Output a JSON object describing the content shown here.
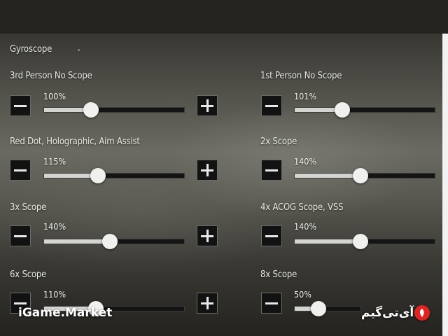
{
  "settings": {
    "gyroscope_label": "Gyroscope",
    "rows": [
      {
        "label": "3rd Person No Scope",
        "percent": "100%",
        "value": 100
      },
      {
        "label": "1st Person No Scope",
        "percent": "101%",
        "value": 101
      },
      {
        "label": "Red Dot, Holographic, Aim Assist",
        "percent": "115%",
        "value": 115
      },
      {
        "label": "2x Scope",
        "percent": "140%",
        "value": 140
      },
      {
        "label": "3x Scope",
        "percent": "140%",
        "value": 140
      },
      {
        "label": "4x ACOG Scope, VSS",
        "percent": "140%",
        "value": 140
      },
      {
        "label": "6x Scope",
        "percent": "110%",
        "value": 110
      },
      {
        "label": "8x Scope",
        "percent": "50%",
        "value": 50
      }
    ],
    "slider_max": 300
  },
  "watermark": {
    "left": "iGame.Market",
    "right": "آی‌تی‌گیم"
  }
}
